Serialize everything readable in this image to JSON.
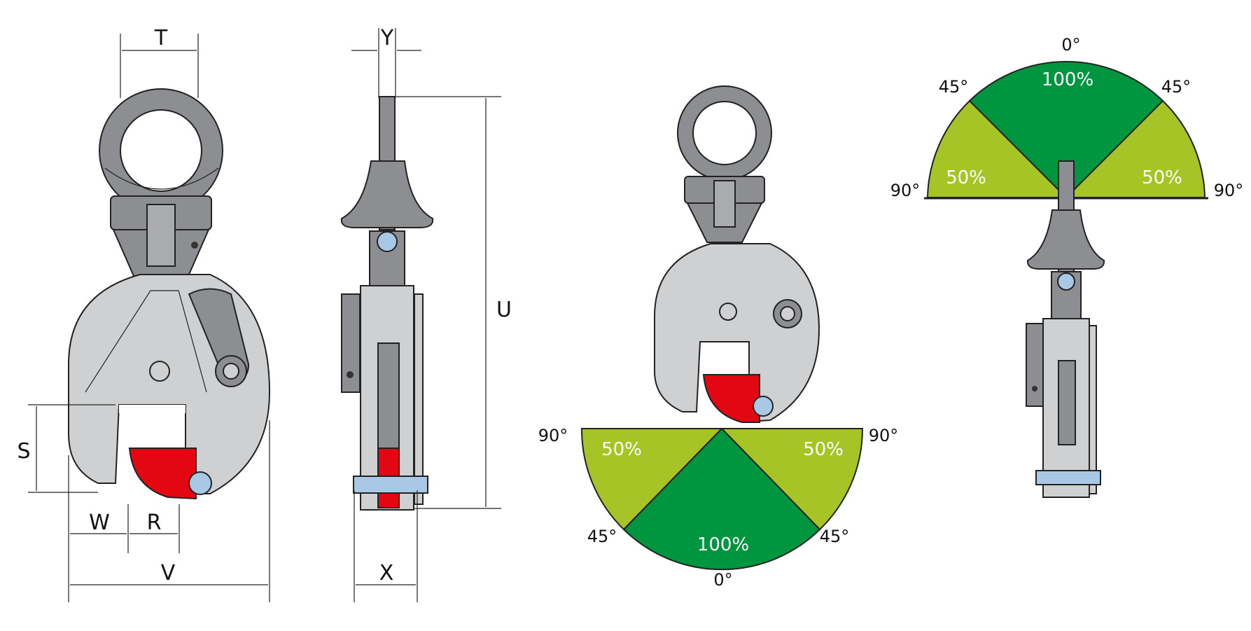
{
  "colors": {
    "body": "#cfd0d1",
    "dark_steel": "#8c8e91",
    "cam_red": "#e30613",
    "pin_blue": "#a9c8e6",
    "zone_full": "#00963f",
    "zone_half": "#a6c426",
    "outline": "#222222"
  },
  "dimensions": {
    "T": "T",
    "Y": "Y",
    "U": "U",
    "S": "S",
    "W": "W",
    "R": "R",
    "V": "V",
    "X": "X"
  },
  "zones_lower": {
    "angle_left_90": "90°",
    "angle_right_90": "90°",
    "angle_left_45": "45°",
    "angle_right_45": "45°",
    "angle_0": "0°",
    "capacity_left": "50%",
    "capacity_right": "50%",
    "capacity_center": "100%"
  },
  "zones_upper": {
    "angle_0": "0°",
    "angle_left_45": "45°",
    "angle_right_45": "45°",
    "angle_left_90": "90°",
    "angle_right_90": "90°",
    "capacity_center": "100%",
    "capacity_left": "50%",
    "capacity_right": "50%"
  }
}
